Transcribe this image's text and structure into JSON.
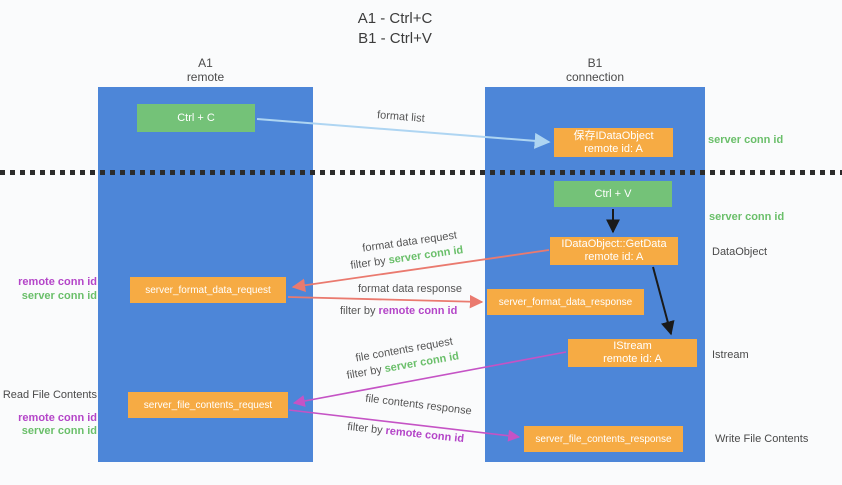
{
  "title": {
    "line1": "A1 - Ctrl+C",
    "line2": "B1 - Ctrl+V"
  },
  "colors": {
    "column_blue": "#4d86d8",
    "box_green": "#74c278",
    "box_orange": "#f6ab44",
    "arrow_light_blue": "#aed5f2",
    "arrow_salmon": "#ea7a6f",
    "arrow_magenta": "#c553c5",
    "arrow_black": "#1a1a1a",
    "label_green": "#6abf6a",
    "label_purple": "#b445c8"
  },
  "columns": {
    "a": {
      "title": "A1",
      "subtitle": "remote"
    },
    "b": {
      "title": "B1",
      "subtitle": "connection"
    }
  },
  "nodes": {
    "ctrl_c": "Ctrl + C",
    "ctrl_v": "Ctrl + V",
    "save_idataobject": {
      "line1": "保存IDataObject",
      "line2": "remote id: A"
    },
    "getdata": {
      "line1": "IDataObject::GetData",
      "line2": "remote id: A"
    },
    "istream": {
      "line1": "IStream",
      "line2": "remote id: A"
    },
    "server_format_data_request": "server_format_data_request",
    "server_format_data_response": "server_format_data_response",
    "server_file_contents_request": "server_file_contents_request",
    "server_file_contents_response": "server_file_contents_response"
  },
  "annotations": {
    "right": {
      "server_conn_id_top": "server conn id",
      "server_conn_id_mid": "server conn id",
      "dataobject": "DataObject",
      "istream": "Istream",
      "write_file_contents": "Write File Contents"
    },
    "left": {
      "remote_conn_id_top": "remote conn id",
      "server_conn_id_top": "server conn id",
      "read_file_contents": "Read File Contents",
      "remote_conn_id_bottom": "remote conn id",
      "server_conn_id_bottom": "server conn id"
    }
  },
  "arrow_labels": {
    "format_list": "format list",
    "format_data_request": "format data request",
    "format_data_response": "format data response",
    "file_contents_request": "file contents request",
    "file_contents_response": "file contents response",
    "filter_by": "filter by",
    "server_conn_id": "server conn id",
    "remote_conn_id": "remote conn id"
  }
}
